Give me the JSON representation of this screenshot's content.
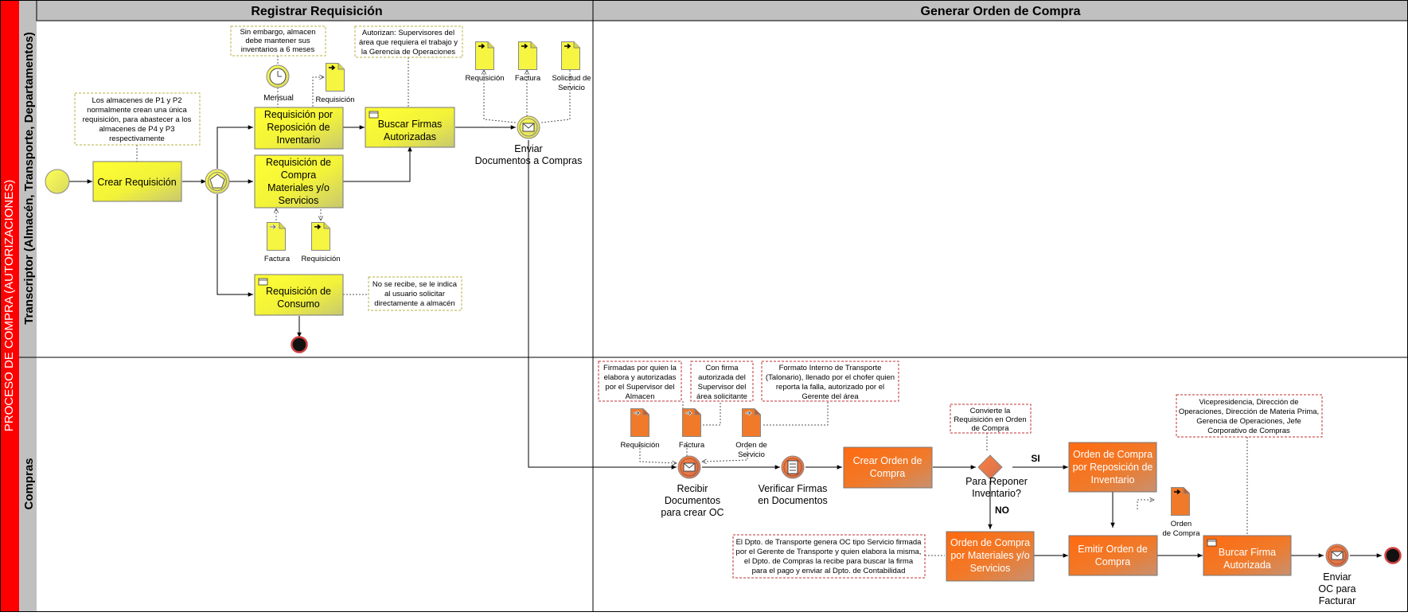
{
  "pool": {
    "title": "PROCESO DE COMPRA (AUTORIZACIONES)"
  },
  "lanes": {
    "transcriptor": "Transcriptor (Almacén, Transporte, Departamentos)",
    "compras": "Compras"
  },
  "phases": {
    "registrar": "Registrar Requisición",
    "generar": "Generar Orden de Compra"
  },
  "tasks": {
    "crear_requisicion": "Crear Requisición",
    "req_reposicion": [
      "Requisición por",
      "Reposición de",
      "Inventario"
    ],
    "req_materiales": [
      "Requisición de",
      "Compra",
      "Materiales y/o",
      "Servicios"
    ],
    "req_consumo": [
      "Requisición de",
      "Consumo"
    ],
    "buscar_firmas": [
      "Buscar Firmas",
      "Autorizadas"
    ],
    "crear_oc": [
      "Crear Orden de",
      "Compra"
    ],
    "oc_reposicion": [
      "Orden de Compra",
      "por Reposición de",
      "Inventario"
    ],
    "oc_materiales": [
      "Orden de Compra",
      "por Materiales y/o",
      "Servicios"
    ],
    "emitir_oc": [
      "Emitir Orden de",
      "Compra"
    ],
    "burcar_firma": [
      "Burcar Firma",
      "Autorizada"
    ]
  },
  "events": {
    "enviar_docs": [
      "Enviar",
      "Documentos a Compras"
    ],
    "recibir_docs": [
      "Recibir",
      "Documentos",
      "para crear OC"
    ],
    "verificar_firmas": [
      "Verificar Firmas",
      "en Documentos"
    ],
    "enviar_oc": [
      "Enviar",
      "OC para",
      "Facturar"
    ],
    "mensual": "Mensual"
  },
  "gateway": {
    "question": [
      "Para Reponer",
      "Inventario?"
    ],
    "yes": "SI",
    "no": "NO"
  },
  "documents": {
    "requisicion": "Requisición",
    "factura": "Factura",
    "solicitud_servicio": [
      "Solicitud de",
      "Servicio"
    ],
    "orden_servicio": [
      "Orden de",
      "Servicio"
    ],
    "orden_compra": [
      "Orden",
      "de Compra"
    ]
  },
  "annotations": {
    "almacenes": [
      "Los almacenes de P1 y P2",
      "normalmente crean una única",
      "requisición, para abastecer a los",
      "almacenes de P4 y P3",
      "respectivamente"
    ],
    "sin_embargo": [
      "Sin embargo, almacen",
      "debe mantener sus",
      "inventarios a 6 meses"
    ],
    "autorizan": [
      "Autorizan: Supervisores del",
      "área que requiera el trabajo y",
      "la Gerencia de Operaciones"
    ],
    "no_se_recibe": [
      "No se recibe, se le indica",
      "al usuario solicitar",
      "directamente a almacén"
    ],
    "firmadas": [
      "Firmadas por quien la",
      "elabora y autorizadas",
      "por el Supervisor del",
      "Almacen"
    ],
    "con_firma": [
      "Con firma",
      "autorizada del",
      "Supervisor del",
      "área solicitante"
    ],
    "formato": [
      "Formato Interno de Transporte",
      "(Talonario), llenado por el chofer quien",
      "reporta la falla, autorizado por el",
      "Gerente del área"
    ],
    "convierte": [
      "Convierte la",
      "Requisición en Orden",
      "de Compra"
    ],
    "vicepresidencia": [
      "Vicepresidencia, Dirección de",
      "Operaciones, Dirección de Materia Prima,",
      "Gerencia de Operaciones, Jefe",
      "Corporativo de Compras"
    ],
    "dpto_transporte": [
      "El Dpto. de Transporte genera OC tipo Servicio firmada",
      "por el Gerente de Transporte y quien elabora la misma,",
      "el Dpto. de Compras la recibe para buscar la firma",
      "para el pago y enviar al Dpto. de Contabilidad"
    ]
  },
  "colors": {
    "pool_bar": "#ff0000",
    "lane_bar": "#c0c0c0",
    "yellow_task": "#f5f542",
    "orange_task": "#f07a2a",
    "annotation_yellow": "#b8b040",
    "annotation_red": "#c03030"
  }
}
